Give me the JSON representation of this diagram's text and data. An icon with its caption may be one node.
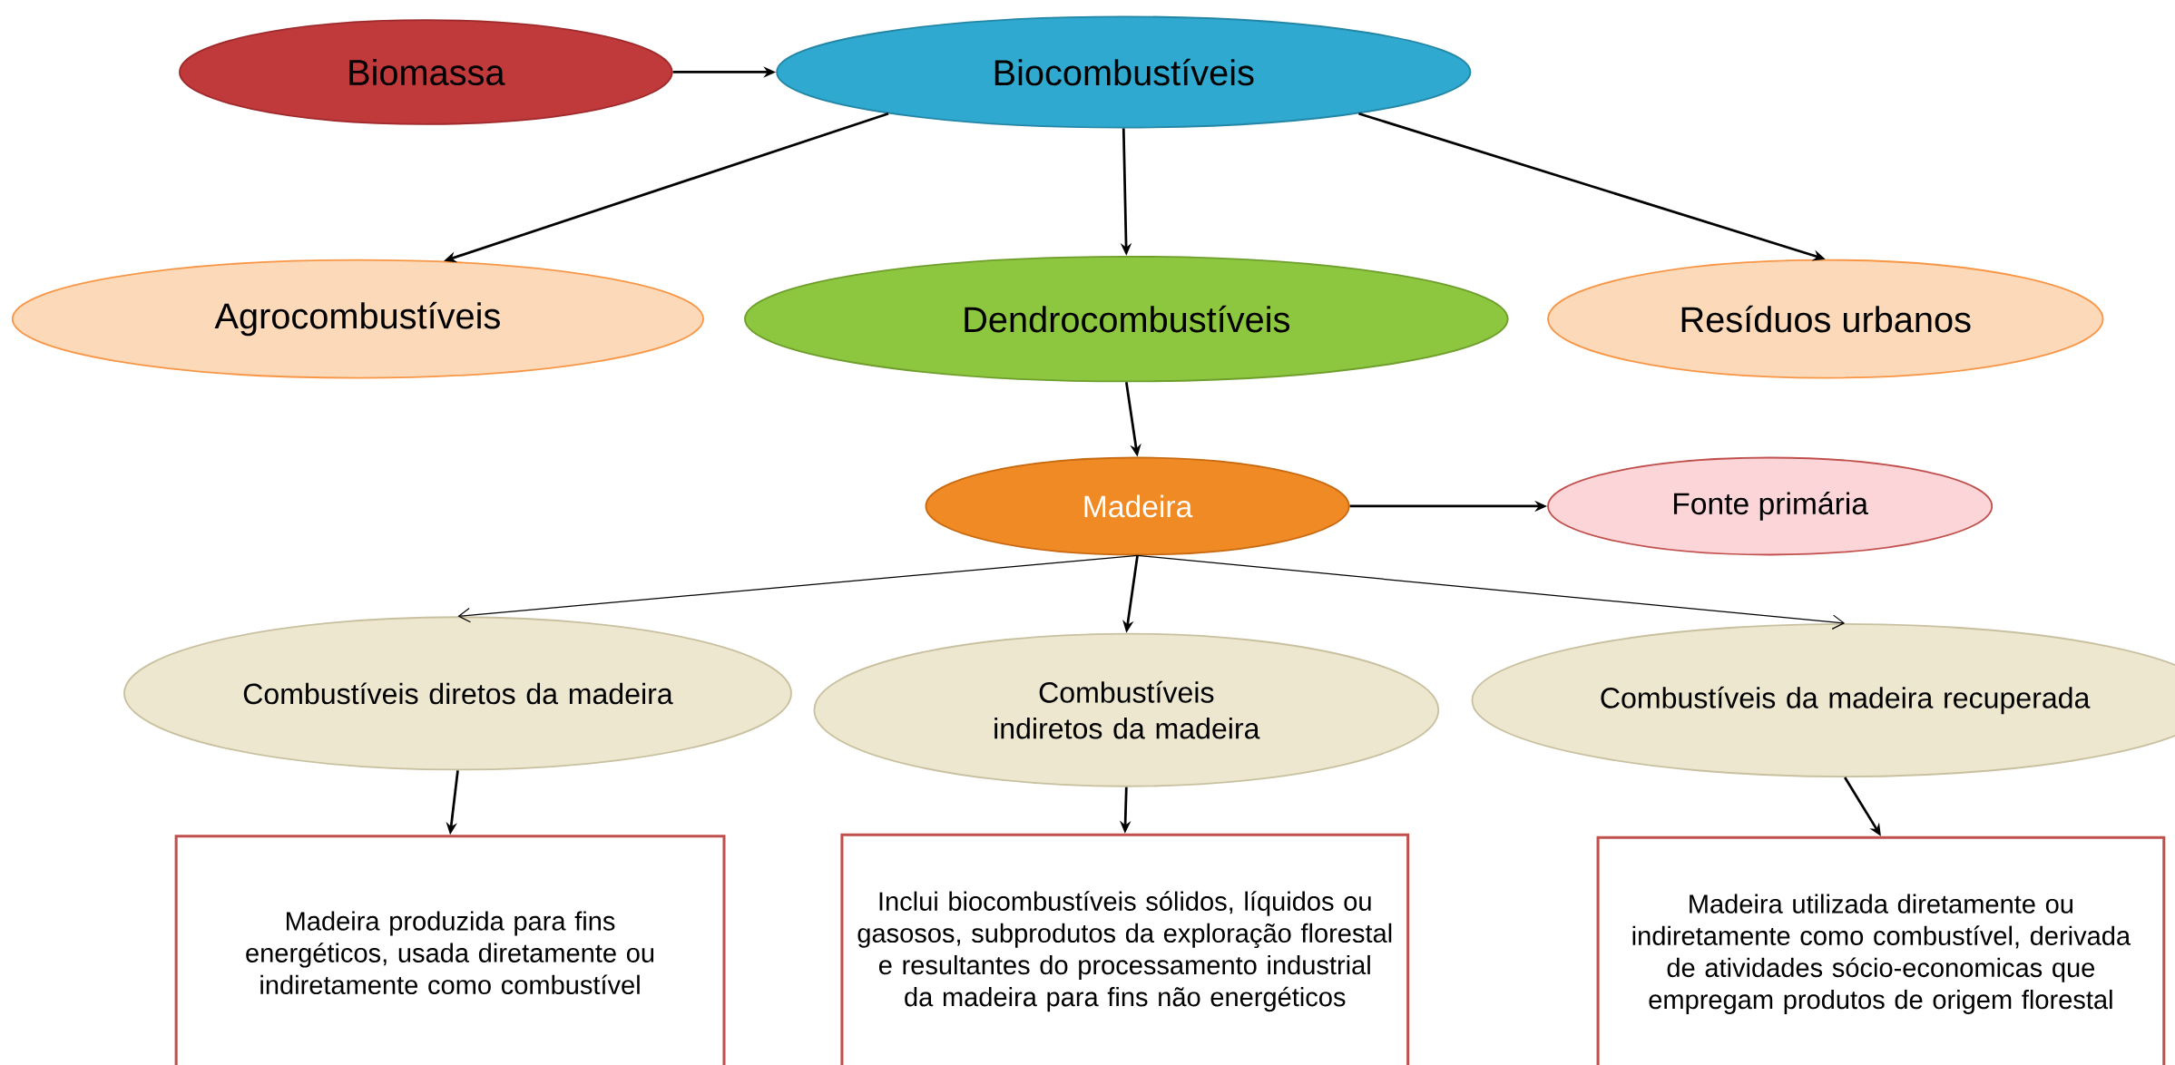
{
  "diagram": {
    "nodes": [
      {
        "text": [
          "Biomassa"
        ]
      },
      {
        "text": [
          "Biocombustíveis"
        ]
      },
      {
        "text": [
          "Agrocombustíveis"
        ]
      },
      {
        "text": [
          "Dendrocombustíveis"
        ]
      },
      {
        "text": [
          "Resíduos urbanos"
        ]
      },
      {
        "text": [
          "Madeira"
        ]
      },
      {
        "text": [
          "Fonte primária"
        ]
      },
      {
        "text": [
          "Combustíveis diretos da madeira"
        ]
      },
      {
        "text": [
          "Combustíveis indiretos da madeira"
        ]
      },
      {
        "text": [
          "Combustíveis da madeira recuperada"
        ]
      },
      {
        "text": [
          "Madeira produzida para fins energéticos, usada diretamente ou indiretamente como combustível"
        ]
      },
      {
        "text": [
          "Inclui biocombustíveis sólidos, líquidos ou gasosos, subprodutos da exploração florestal e resultantes do processamento industrial da madeira para fins não energéticos"
        ]
      },
      {
        "text": [
          "Madeira utilizada diretamente ou indiretamente como combustível, derivada de atividades sócio-economicas que empregam produtos de origem florestal"
        ]
      }
    ],
    "edges": [
      {
        "from": 0,
        "to": 1,
        "arrow": "to"
      },
      {
        "from": 1,
        "to": 2,
        "arrow": "to"
      },
      {
        "from": 1,
        "to": 3,
        "arrow": "to"
      },
      {
        "from": 1,
        "to": 4,
        "arrow": "to"
      },
      {
        "from": 3,
        "to": 5,
        "arrow": "to"
      },
      {
        "from": 5,
        "to": 6,
        "arrow": "to"
      },
      {
        "from": 5,
        "to": 7,
        "arrow": "to"
      },
      {
        "from": 5,
        "to": 8,
        "arrow": "to"
      },
      {
        "from": 5,
        "to": 9,
        "arrow": "to"
      },
      {
        "from": 7,
        "to": 10,
        "arrow": "to"
      },
      {
        "from": 8,
        "to": 11,
        "arrow": "to"
      },
      {
        "from": 9,
        "to": 12,
        "arrow": "to"
      }
    ]
  }
}
